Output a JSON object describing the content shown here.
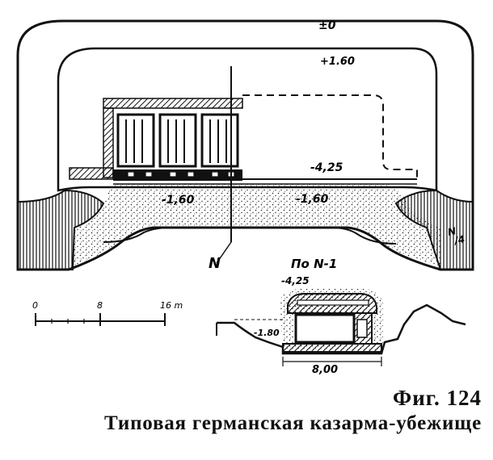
{
  "plan": {
    "elev_top": "±0",
    "elev_upper": "+1.60",
    "elev_floor": "-4,25",
    "elev_left": "-1,60",
    "elev_right": "-1,60",
    "section_mark": "N",
    "corner_mark": "N\n/4"
  },
  "scale": {
    "tick_0": "0",
    "tick_8": "8",
    "tick_16": "16 m"
  },
  "section": {
    "title": "По N-1",
    "elev_top": "-4,25",
    "elev_inner": "-1.80",
    "width_dim": "8,00"
  },
  "caption": {
    "fig_number": "Фиг. 124",
    "fig_title": "Типовая германская казарма-убежище"
  },
  "colors": {
    "ink": "#111111",
    "paper": "#ffffff"
  }
}
